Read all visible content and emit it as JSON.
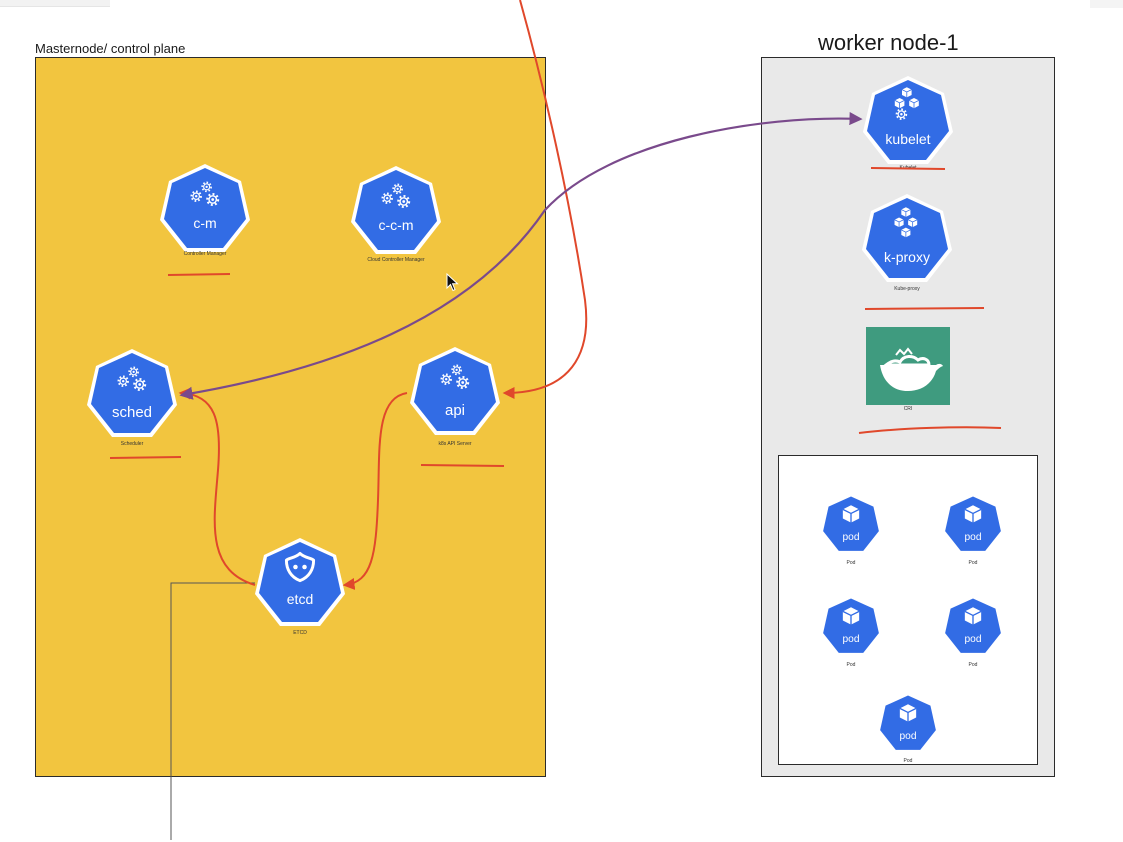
{
  "master": {
    "title": "Masternode/ control plane"
  },
  "worker": {
    "title": "worker node-1"
  },
  "components": {
    "cm": {
      "label": "c-m",
      "sub": "Controller Manager"
    },
    "ccm": {
      "label": "c-c-m",
      "sub": "Cloud Controller Manager"
    },
    "sched": {
      "label": "sched",
      "sub": "Scheduler"
    },
    "api": {
      "label": "api",
      "sub": "k8s API Server"
    },
    "etcd": {
      "label": "etcd",
      "sub": "ETCD"
    },
    "kubelet": {
      "label": "kubelet",
      "sub": "Kubelet"
    },
    "kproxy": {
      "label": "k-proxy",
      "sub": "Kube-proxy"
    },
    "cri": {
      "sub": "CRI"
    }
  },
  "pods": [
    {
      "label": "pod",
      "sub": "Pod"
    },
    {
      "label": "pod",
      "sub": "Pod"
    },
    {
      "label": "pod",
      "sub": "Pod"
    },
    {
      "label": "pod",
      "sub": "Pod"
    },
    {
      "label": "pod",
      "sub": "Pod"
    }
  ],
  "colors": {
    "master_bg": "#f2c53f",
    "worker_bg": "#e9e9e9",
    "k8s_blue": "#326ce5",
    "cri_green": "#3f9b7f",
    "annotation_red": "#e0482b",
    "annotation_purple": "#7a4a8c"
  },
  "icons": {
    "cm": "gears-icon",
    "ccm": "gears-icon",
    "sched": "gears-icon",
    "api": "gears-icon",
    "etcd": "etcd-icon",
    "kubelet": "cubes-gear-icon",
    "kproxy": "cubes-icon",
    "cri": "docker-whale-icon",
    "pod": "cube-icon"
  }
}
